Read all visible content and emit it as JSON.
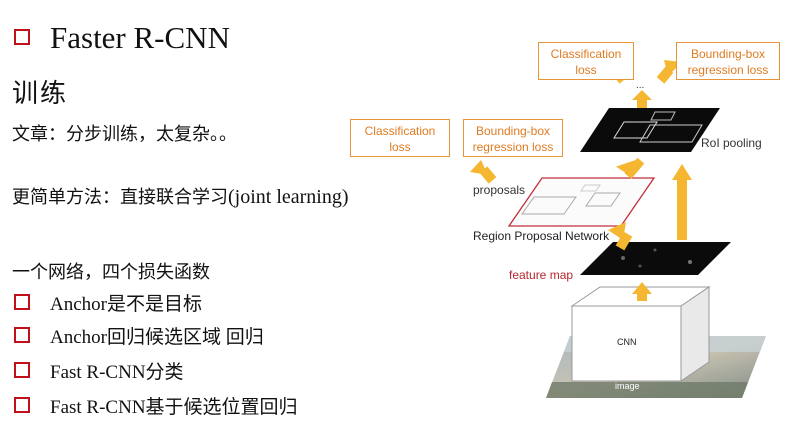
{
  "slide": {
    "title": "Faster R-CNN",
    "heading": "训练",
    "line_article": "文章：分步训练，太复杂。。",
    "line_simpler_prefix": "更简单方法：直接联合学习",
    "line_simpler_suffix": "(joint learning)",
    "line_network": "一个网络，四个损失函数",
    "bullets": [
      "Anchor是不是目标",
      "Anchor回归候选区域 回归",
      "Fast R-CNN分类",
      "Fast R-CNN基于候选位置回归"
    ]
  },
  "diagram": {
    "top_cls_loss": [
      "Classification",
      "loss"
    ],
    "top_bbox_loss": [
      "Bounding-box",
      "regression loss"
    ],
    "mid_cls_loss": [
      "Classification",
      "loss"
    ],
    "mid_bbox_loss": [
      "Bounding-box",
      "regression loss"
    ],
    "ellipsis": "...",
    "roi_pooling": "RoI pooling",
    "proposals": "proposals",
    "rpn": "Region Proposal Network",
    "feature_map": "feature map",
    "cnn": "CNN",
    "image": "image"
  },
  "colors": {
    "bullet_red": "#c0101a",
    "loss_orange": "#e07b22",
    "arrow_yellow": "#f5b731",
    "feature_map_label": "#b5262e"
  }
}
